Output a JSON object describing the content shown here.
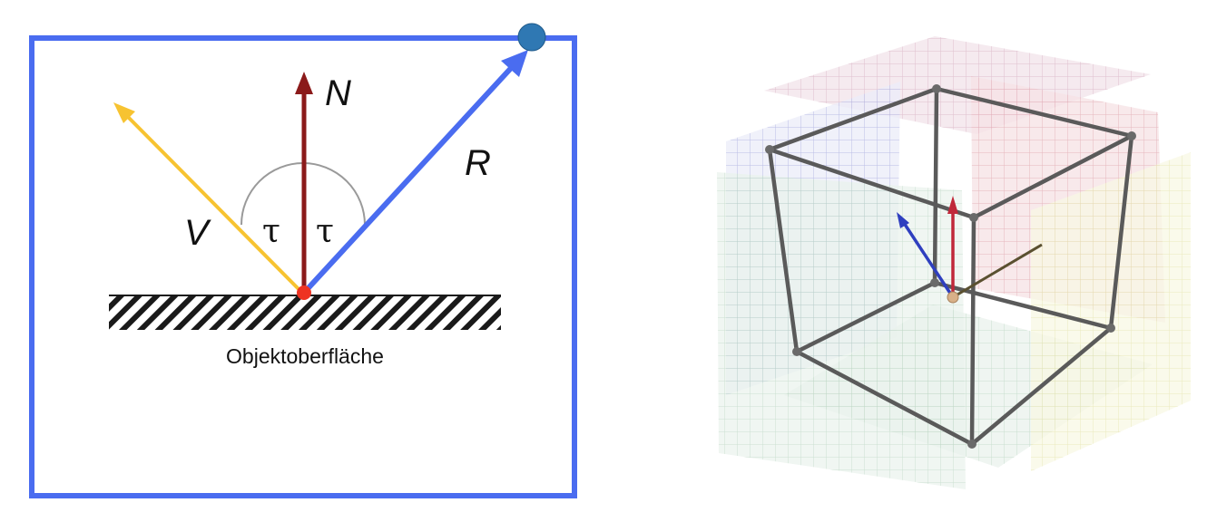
{
  "reflection_diagram": {
    "normal_label": "N",
    "reflected_label": "R",
    "view_label": "V",
    "angle_left_label": "τ",
    "angle_right_label": "τ",
    "surface_caption": "Objektoberfläche",
    "colors": {
      "frame": "#4a6cf0",
      "normal": "#8b1a1a",
      "reflected": "#4a6cf0",
      "view": "#f7c331",
      "hit_point": "#ee3322",
      "end_marker": "#2f78b3",
      "arc": "#9a9a9a",
      "surface": "#1a1a1a"
    }
  },
  "cube_diagram": {
    "colors": {
      "frame": "#555555",
      "plane_top": "#c9a7b9",
      "plane_back": "#d98d9b",
      "plane_left": "#8c8fd6",
      "plane_front_left": "#9ec2a8",
      "plane_bottom": "#9ccaa4",
      "plane_right": "#e6e39a",
      "axis_blue": "#2f3fbf",
      "axis_red": "#c0283a",
      "axis_olive": "#5a5030",
      "origin": "#d8b088"
    }
  }
}
